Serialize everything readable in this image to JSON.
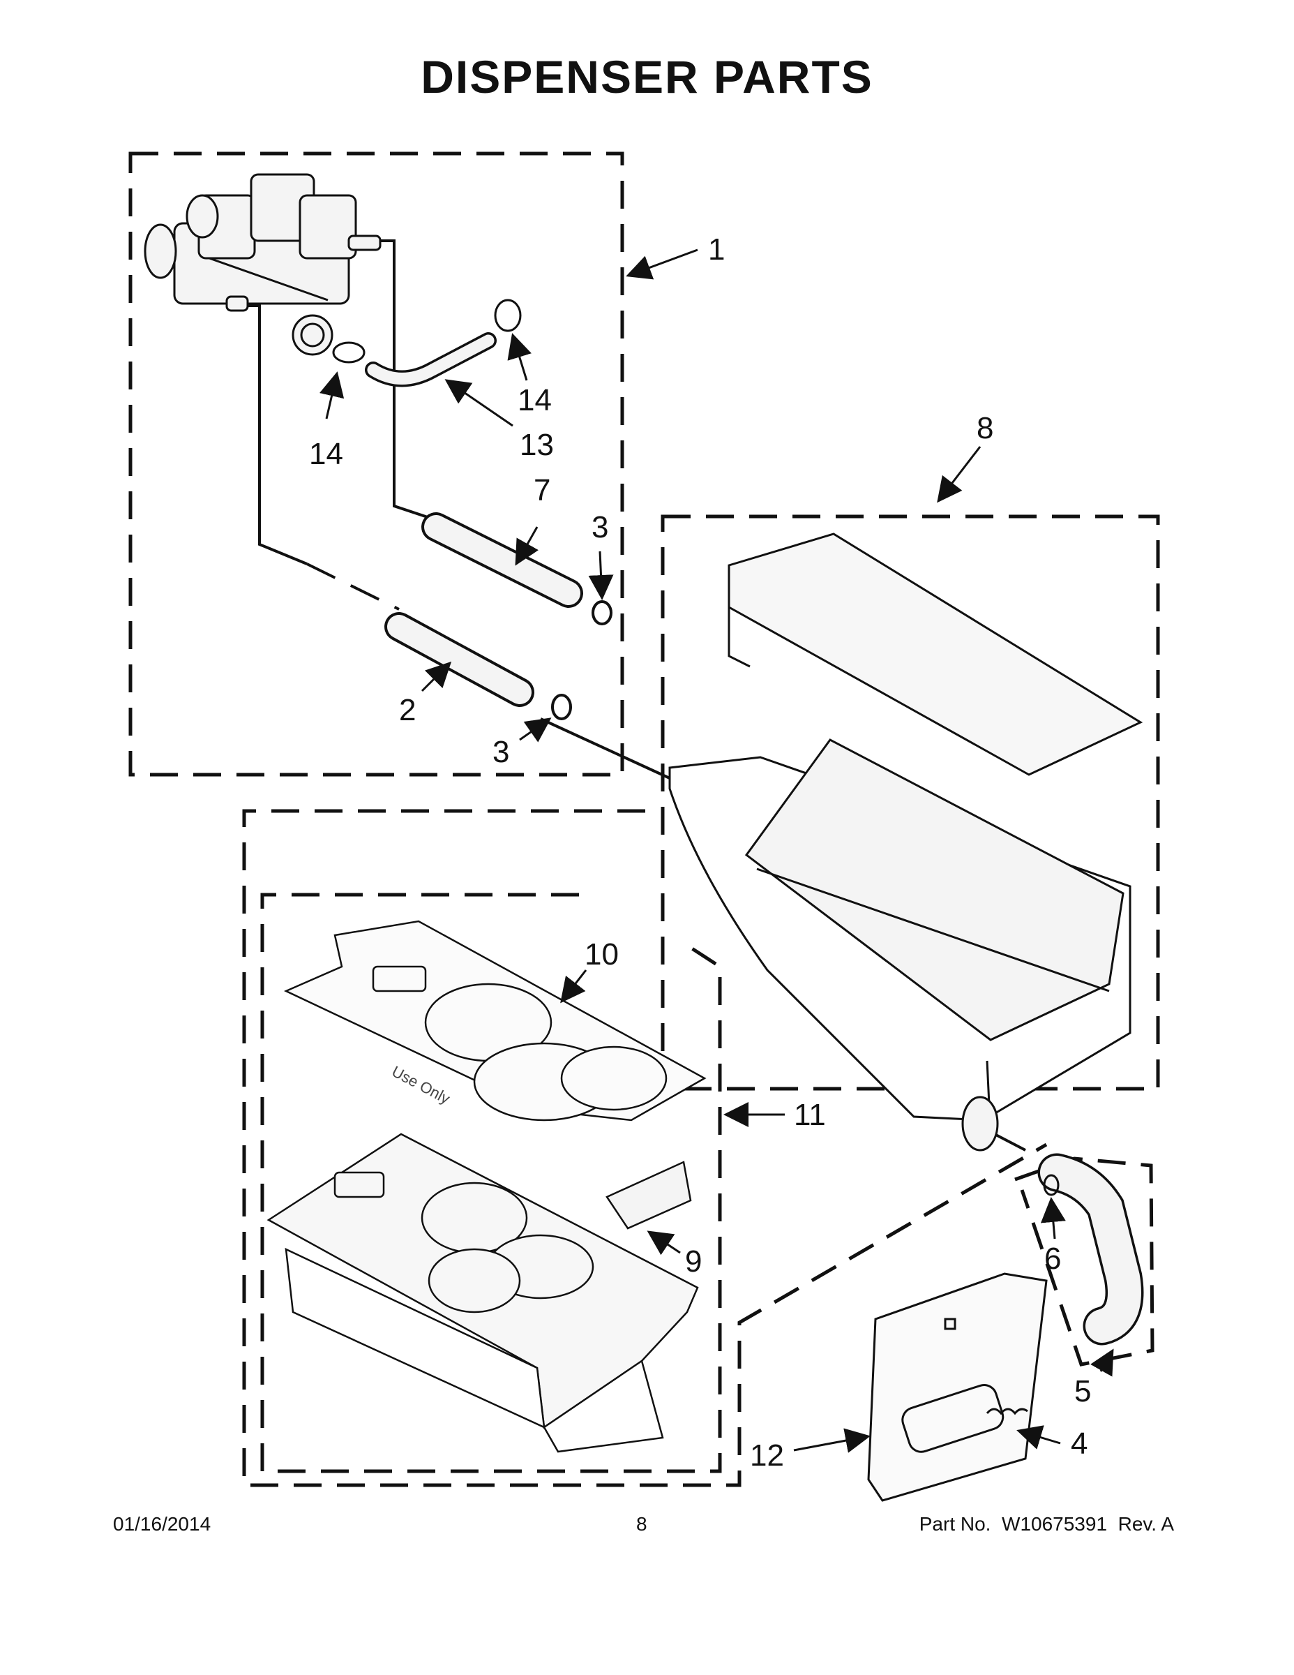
{
  "title": "DISPENSER PARTS",
  "callouts": {
    "c1": "1",
    "c2": "2",
    "c3a": "3",
    "c3b": "3",
    "c4": "4",
    "c5": "5",
    "c6": "6",
    "c7": "7",
    "c8": "8",
    "c9": "9",
    "c10": "10",
    "c11": "11",
    "c12": "12",
    "c13": "13",
    "c14a": "14",
    "c14b": "14"
  },
  "footer": {
    "date": "01/16/2014",
    "page": "8",
    "part_label": "Part No.",
    "part_number": "W10675391",
    "rev": "Rev. A"
  }
}
